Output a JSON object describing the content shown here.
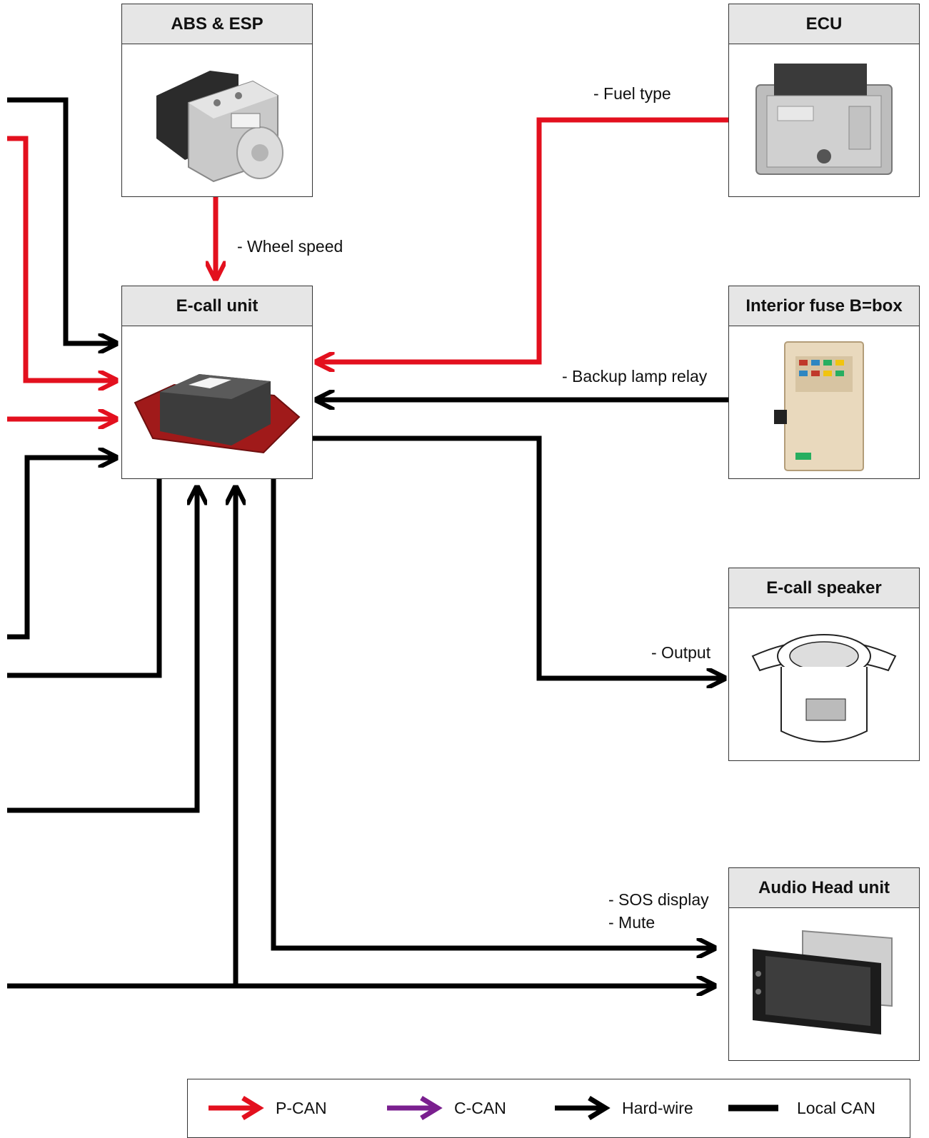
{
  "modules": {
    "abs_esp": "ABS & ESP",
    "ecu": "ECU",
    "ecall_unit": "E-call unit",
    "interior_fuse": "Interior fuse B=box",
    "ecall_speaker": "E-call speaker",
    "audio_head": "Audio Head unit"
  },
  "signals": {
    "wheel_speed": "- Wheel speed",
    "fuel_type": "- Fuel type",
    "backup_lamp": "- Backup lamp relay",
    "output": "- Output",
    "sos_display": "- SOS display",
    "mute": "- Mute"
  },
  "legend": {
    "pcan": "P-CAN",
    "ccan": "C-CAN",
    "hardwire": "Hard-wire",
    "localcan": "Local CAN"
  },
  "colors": {
    "pcan": "#e3101e",
    "ccan": "#7a1f8f",
    "hardwire": "#000000",
    "localcan": "#000000"
  }
}
